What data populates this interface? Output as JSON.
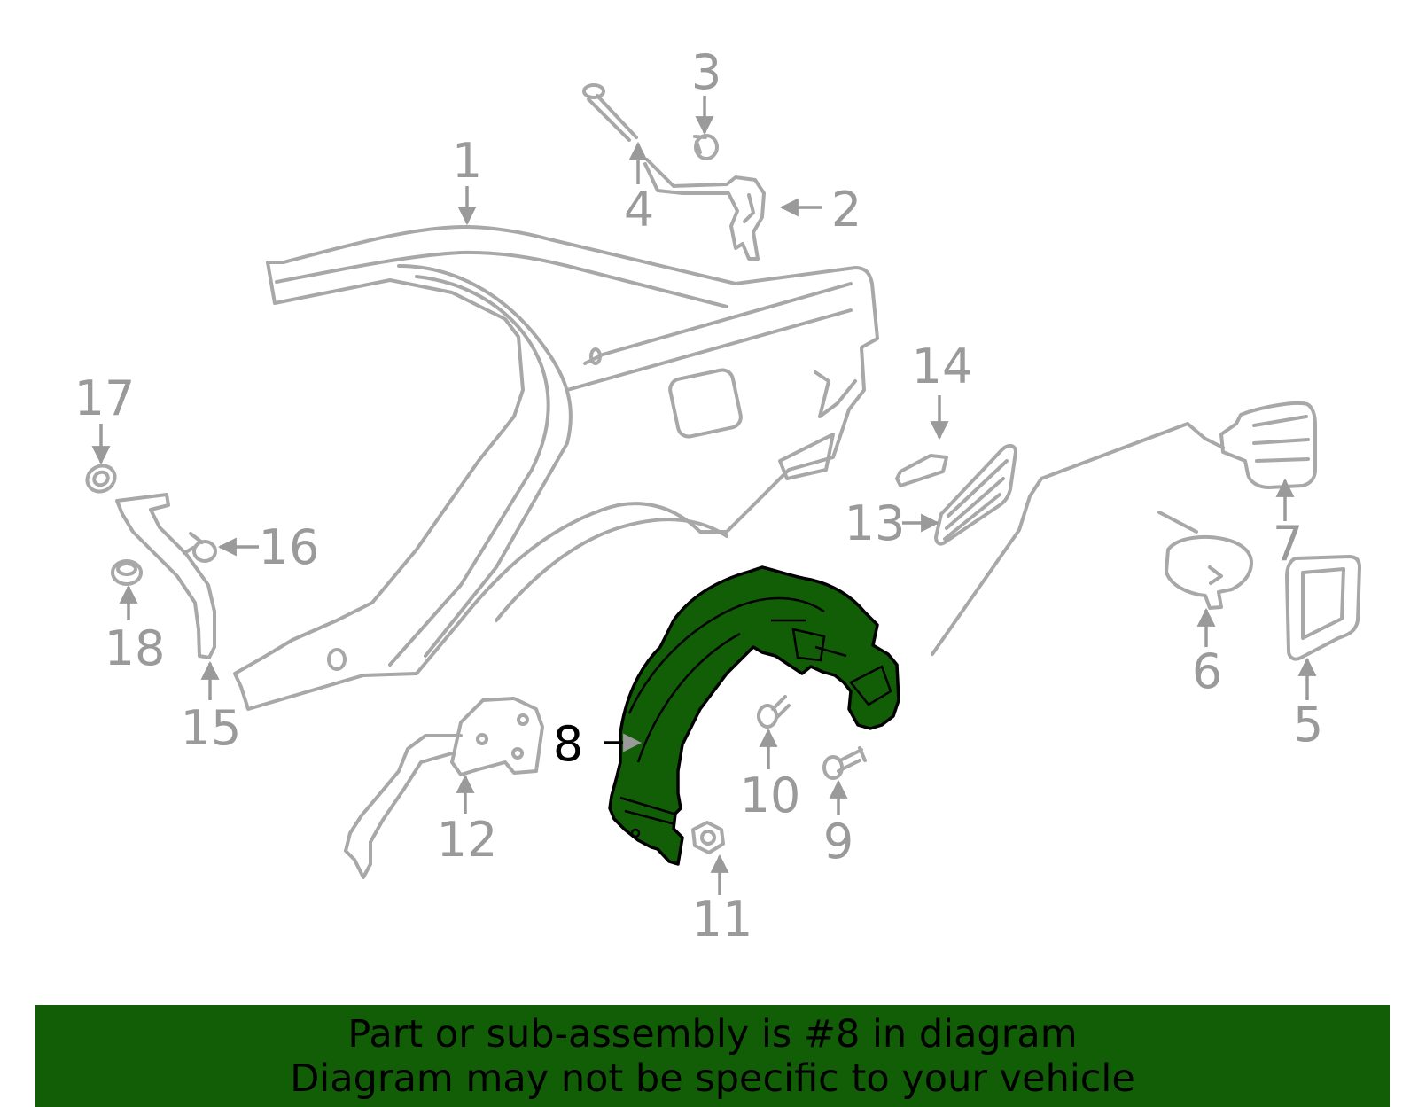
{
  "diagram": {
    "highlight_color": "#115e07",
    "highlighted_part": "8",
    "callouts": [
      {
        "id": "c1",
        "label": "1"
      },
      {
        "id": "c2",
        "label": "2"
      },
      {
        "id": "c3",
        "label": "3"
      },
      {
        "id": "c4",
        "label": "4"
      },
      {
        "id": "c5",
        "label": "5"
      },
      {
        "id": "c6",
        "label": "6"
      },
      {
        "id": "c7",
        "label": "7"
      },
      {
        "id": "c8",
        "label": "8"
      },
      {
        "id": "c9",
        "label": "9"
      },
      {
        "id": "c10",
        "label": "10"
      },
      {
        "id": "c11",
        "label": "11"
      },
      {
        "id": "c12",
        "label": "12"
      },
      {
        "id": "c13",
        "label": "13"
      },
      {
        "id": "c14",
        "label": "14"
      },
      {
        "id": "c15",
        "label": "15"
      },
      {
        "id": "c16",
        "label": "16"
      },
      {
        "id": "c17",
        "label": "17"
      },
      {
        "id": "c18",
        "label": "18"
      }
    ]
  },
  "banner": {
    "line1": "Part or sub-assembly is #8 in diagram",
    "line2": "Diagram may not be specific to your vehicle",
    "background_color": "#115e07"
  }
}
